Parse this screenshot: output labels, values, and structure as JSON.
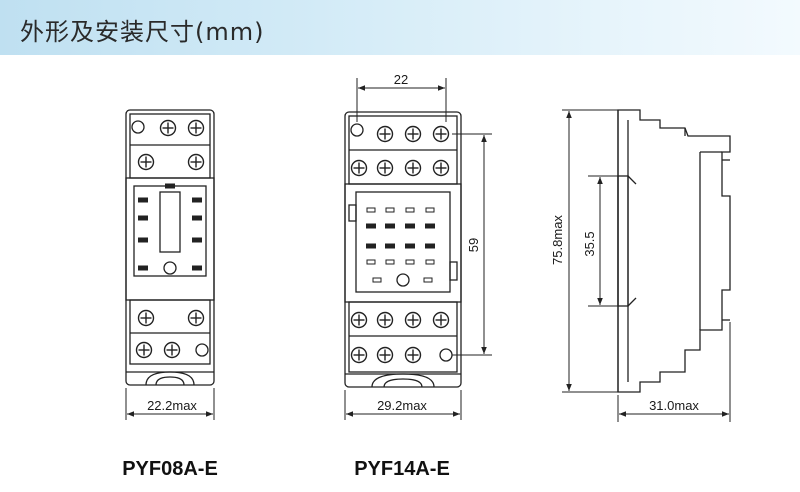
{
  "header": {
    "title": "外形及安装尺寸(mm)"
  },
  "drawings": {
    "pyf08": {
      "model": "PYF08A-E",
      "width_label": "22.2max"
    },
    "pyf14": {
      "model": "PYF14A-E",
      "top_label": "22",
      "height_label": "59",
      "width_label": "29.2max"
    },
    "side": {
      "height_label": "75.8max",
      "rail_label": "35.5",
      "depth_label": "31.0max"
    }
  }
}
